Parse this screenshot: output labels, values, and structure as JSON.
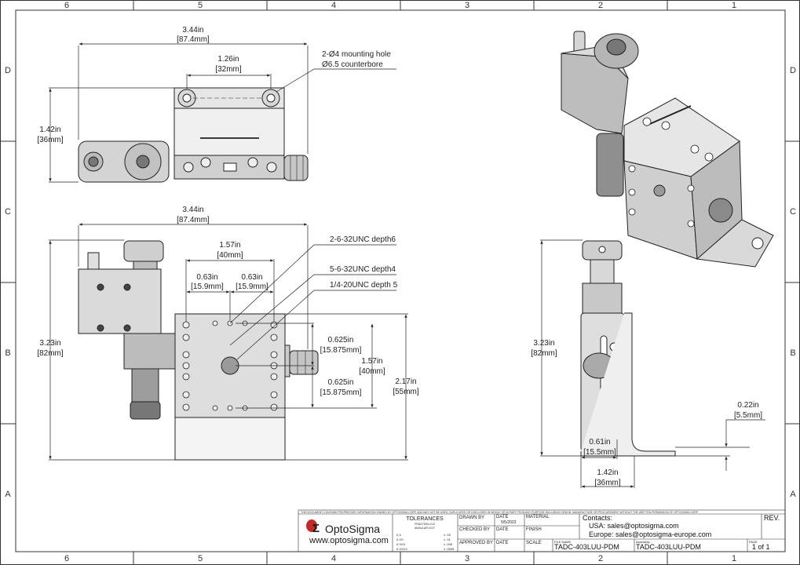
{
  "zones": {
    "columns": [
      "6",
      "5",
      "4",
      "3",
      "2",
      "1"
    ],
    "rows": [
      "D",
      "C",
      "B",
      "A"
    ]
  },
  "top_view": {
    "width_in": "3.44in",
    "width_mm": "[87.4mm]",
    "hole_pitch_in": "1.26in",
    "hole_pitch_mm": "[32mm]",
    "height_in": "1.42in",
    "height_mm": "[36mm]",
    "note_line1": "2-Ø4 mounting hole",
    "note_line2": "Ø6.5 counterbore"
  },
  "front_view": {
    "width_in": "3.44in",
    "width_mm": "[87.4mm]",
    "pitch_in": "1.57in",
    "pitch_mm": "[40mm]",
    "half_a_in": "0.63in",
    "half_a_mm": "[15.9mm]",
    "half_b_in": "0.63in",
    "half_b_mm": "[15.9mm]",
    "callout_1": "2-6-32UNC depth6",
    "callout_2": "5-6-32UNC depth4",
    "callout_3": "1/4-20UNC depth 5",
    "height_in": "3.23in",
    "height_mm": "[82mm]",
    "v1_in": "0.625in",
    "v1_mm": "[15.875mm]",
    "v2_in": "0.625in",
    "v2_mm": "[15.875mm]",
    "vpitch_in": "1.57in",
    "vpitch_mm": "[40mm]",
    "vtotal_in": "2.17in",
    "vtotal_mm": "[55mm]"
  },
  "side_view": {
    "height_in": "3.23in",
    "height_mm": "[82mm]",
    "thick_in": "0.22in",
    "thick_mm": "[5.5mm]",
    "foot_in": "0.61in",
    "foot_mm": "[15.5mm]",
    "depth_in": "1.42in",
    "depth_mm": "[36mm]"
  },
  "title_block": {
    "proprietary": "THIS DOCUMENT CONTAINS PROPRIETARY INFORMATION OWNED BY OPTOSIGMA CORP. AND MAY NOT BE USED, DUPLICATED OR DISCLOSED IN WHOLE OR IN PART FROM ANY PURPOSE INCLUDING DESIGN, MANUFACTURE OR PROCUREMENT WITHOUT THE WRITTEN PERMISSION OF OPTOSIGMA CORP.",
    "company": "OptoSigma",
    "website": "www.optosigma.com",
    "tolerances": "TOLERANCES",
    "fraction": "FRACTION ±1/2",
    "angular": "ANGULAR ±0.5°",
    "tol_rows": [
      {
        "k": "0.X",
        "v": "± .03"
      },
      {
        "k": "0.XX",
        "v": "± .01"
      },
      {
        "k": "0.XXX",
        "v": "± .005"
      },
      {
        "k": "0.XXXX",
        "v": "± .0005"
      }
    ],
    "drawn_by": "DRAWN BY",
    "checked_by": "CHECKED BY",
    "approved_by": "APPROVED BY",
    "date_label": "DATE",
    "date_value": "5/5/2023",
    "material": "MATERIAL",
    "finish": "FINISH",
    "scale": "SCALE",
    "contacts": "Contacts:",
    "usa": "USA: sales@optosigma.com",
    "europe": "Europe: sales@optosigma-europe.com",
    "rev": "REV.",
    "file_name_label": "FILE NAME",
    "file_name": "TADC-403LUU-PDM",
    "assembly_label": "Assembly:",
    "assembly": "TADC-403LUU-PDM",
    "page_label": "PAGE",
    "page": "1 of 1"
  },
  "colors": {
    "line": "#222222",
    "metal": "#c9c9c9",
    "metal_dark": "#8e8e8e",
    "dark": "#2a2a2a",
    "accent": "#c62828"
  }
}
